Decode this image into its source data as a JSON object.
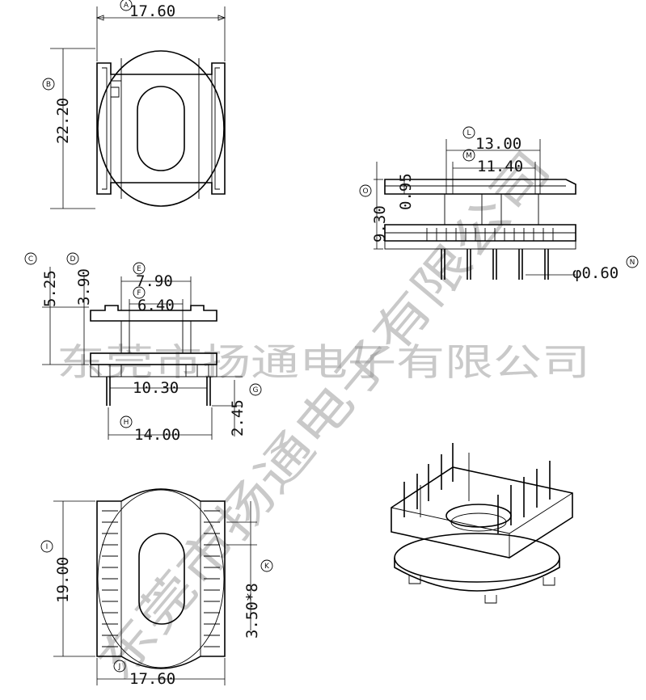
{
  "dimensions": {
    "A": "17.60",
    "B": "22.20",
    "C": "5.25",
    "D": "3.90",
    "E": "7.90",
    "F": "6.40",
    "G": "2.45",
    "H": "14.00",
    "I": "19.00",
    "J": "17.60",
    "K": "3.50*8",
    "L": "13.00",
    "M": "11.40",
    "N": "φ0.60",
    "O": "9.30",
    "P": "0.95",
    "Q": "10.30"
  },
  "markers": [
    "A",
    "B",
    "C",
    "D",
    "E",
    "F",
    "G",
    "H",
    "I",
    "J",
    "K",
    "L",
    "M",
    "N",
    "O"
  ],
  "watermark": {
    "horizontal": "东莞市扬通电子有限公司",
    "diagonal": "东莞市扬通电子有限公司"
  }
}
